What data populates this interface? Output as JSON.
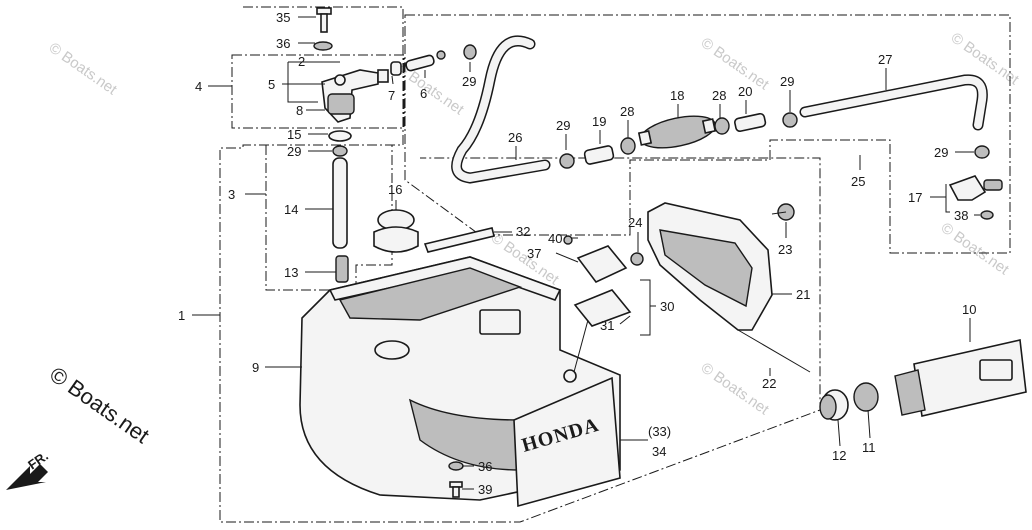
{
  "watermark": {
    "small_text": "© Boats.net",
    "large_text": "© Boats.net"
  },
  "direction_marker": {
    "label": "FR."
  },
  "tank_lettering": {
    "brand": "HONDA",
    "brand_icon": "honda-decal-icon"
  },
  "part_labels": {
    "p35": "35",
    "p36a": "36",
    "p4": "4",
    "p2": "2",
    "p5": "5",
    "p8": "8",
    "p7": "7",
    "p6": "6",
    "p29a": "29",
    "p15": "15",
    "p29b": "29",
    "p3": "3",
    "p14": "14",
    "p13": "13",
    "p1": "1",
    "p9": "9",
    "p16": "16",
    "p32": "32",
    "p40": "40",
    "p37": "37",
    "p24": "24",
    "p30": "30",
    "p31": "31",
    "p21": "21",
    "p22": "22",
    "p23": "23",
    "p26": "26",
    "p29c": "29",
    "p19": "19",
    "p28a": "28",
    "p18": "18",
    "p28b": "28",
    "p20": "20",
    "p29d": "29",
    "p27": "27",
    "p25": "25",
    "p29e": "29",
    "p17": "17",
    "p38": "38",
    "p10": "10",
    "p11": "11",
    "p12": "12",
    "p33": "(33)",
    "p34": "34",
    "p36b": "36",
    "p39": "39"
  }
}
